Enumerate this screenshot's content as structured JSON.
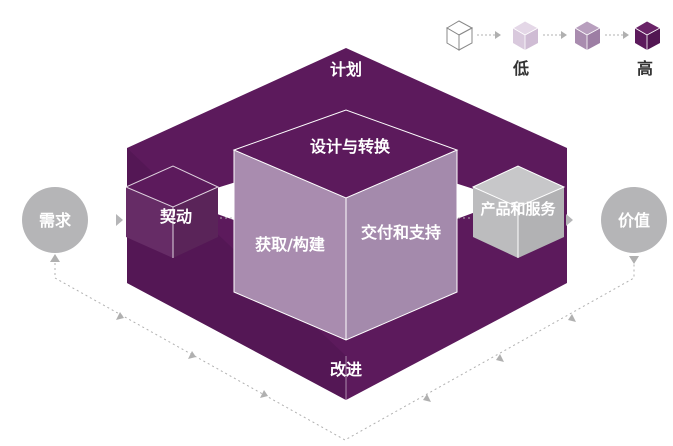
{
  "legend": {
    "low": "低",
    "high": "高",
    "colors": [
      "#ffffff",
      "#d9c9dd",
      "#a98caf",
      "#5c1a5c"
    ]
  },
  "labels": {
    "plan": "计划",
    "improve": "改进",
    "engage": "契动",
    "design_transition": "设计与转换",
    "obtain_build": "获取/构建",
    "deliver_support": "交付和支持",
    "products_services": "产品和服务",
    "demand": "需求",
    "value": "价值"
  },
  "colors": {
    "frame_top": "#5c1a5c",
    "frame_side": "#4e1650",
    "cube_top": "#5c1a5c",
    "cube_left": "#a98caf",
    "cube_right": "#a98caf",
    "engage_top": "#5c1a5c",
    "engage_side": "#662c66",
    "products": "#bcbcbe",
    "circle": "#b5b5b7",
    "dotted": "#b0b0b0"
  }
}
